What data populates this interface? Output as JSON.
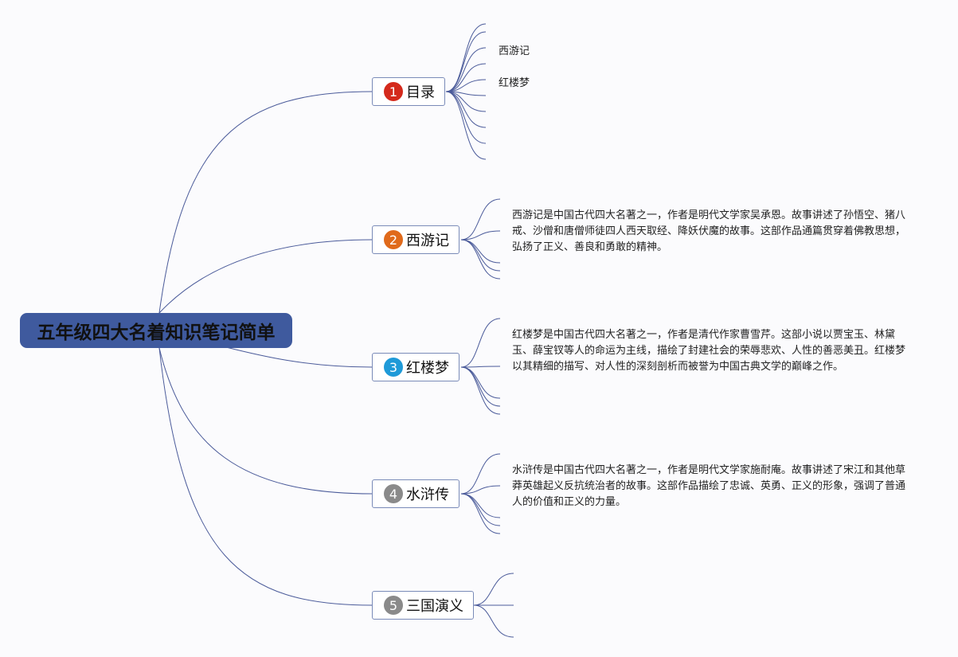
{
  "root": {
    "title": "五年级四大名着知识笔记简单"
  },
  "branches": [
    {
      "num": "1",
      "label": "目录",
      "color": "#d42a1c",
      "children": [
        "西游记",
        "红楼梦"
      ]
    },
    {
      "num": "2",
      "label": "西游记",
      "color": "#e06a1b",
      "text": "西游记是中国古代四大名著之一，作者是明代文学家吴承恩。故事讲述了孙悟空、猪八戒、沙僧和唐僧师徒四人西天取经、降妖伏魔的故事。这部作品通篇贯穿着佛教思想，弘扬了正义、善良和勇敢的精神。"
    },
    {
      "num": "3",
      "label": "红楼梦",
      "color": "#1f9ad8",
      "text": "红楼梦是中国古代四大名著之一，作者是清代作家曹雪芹。这部小说以贾宝玉、林黛玉、薛宝钗等人的命运为主线，描绘了封建社会的荣辱悲欢、人性的善恶美丑。红楼梦以其精细的描写、对人性的深刻剖析而被誉为中国古典文学的巅峰之作。"
    },
    {
      "num": "4",
      "label": "水浒传",
      "color": "#8a8a8a",
      "text": "水浒传是中国古代四大名著之一，作者是明代文学家施耐庵。故事讲述了宋江和其他草莽英雄起义反抗统治者的故事。这部作品描绘了忠诚、英勇、正义的形象，强调了普通人的价值和正义的力量。"
    },
    {
      "num": "5",
      "label": "三国演义",
      "color": "#8a8a8a"
    }
  ],
  "line_color": "#4b5b9a"
}
